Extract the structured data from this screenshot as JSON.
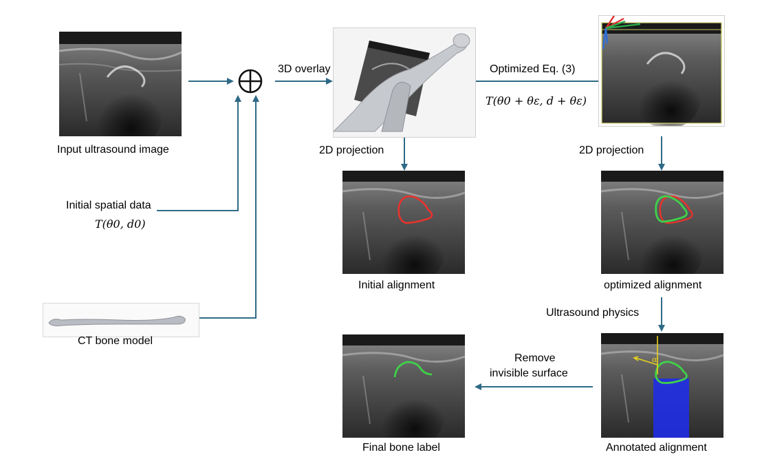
{
  "labels": {
    "input_ultrasound": "Input ultrasound image",
    "initial_spatial": "Initial spatial data",
    "initial_formula": "T(θ0, d0)",
    "ct_bone": "CT bone model",
    "overlay_3d": "3D overlay",
    "optimized_eq": "Optimized Eq. (3)",
    "optimized_formula": "T(θ0 + θε, d + θε)",
    "projection_2d_a": "2D projection",
    "projection_2d_b": "2D projection",
    "initial_alignment": "Initial alignment",
    "optimized_alignment": "optimized alignment",
    "ultrasound_physics": "Ultrasound physics",
    "remove_line1": "Remove",
    "remove_line2": "invisible surface",
    "final_bone_label": "Final bone label",
    "annotated_alignment": "Annotated alignment",
    "oplus_symbol": "⊕",
    "alpha_symbol": "α"
  },
  "colors": {
    "arrow": "#2e6a86",
    "initial_contour": "#e8332c",
    "optimized_contour": "#3fd14a",
    "shadow_region": "#1f2ee6",
    "annotation": "#e8d21a"
  }
}
